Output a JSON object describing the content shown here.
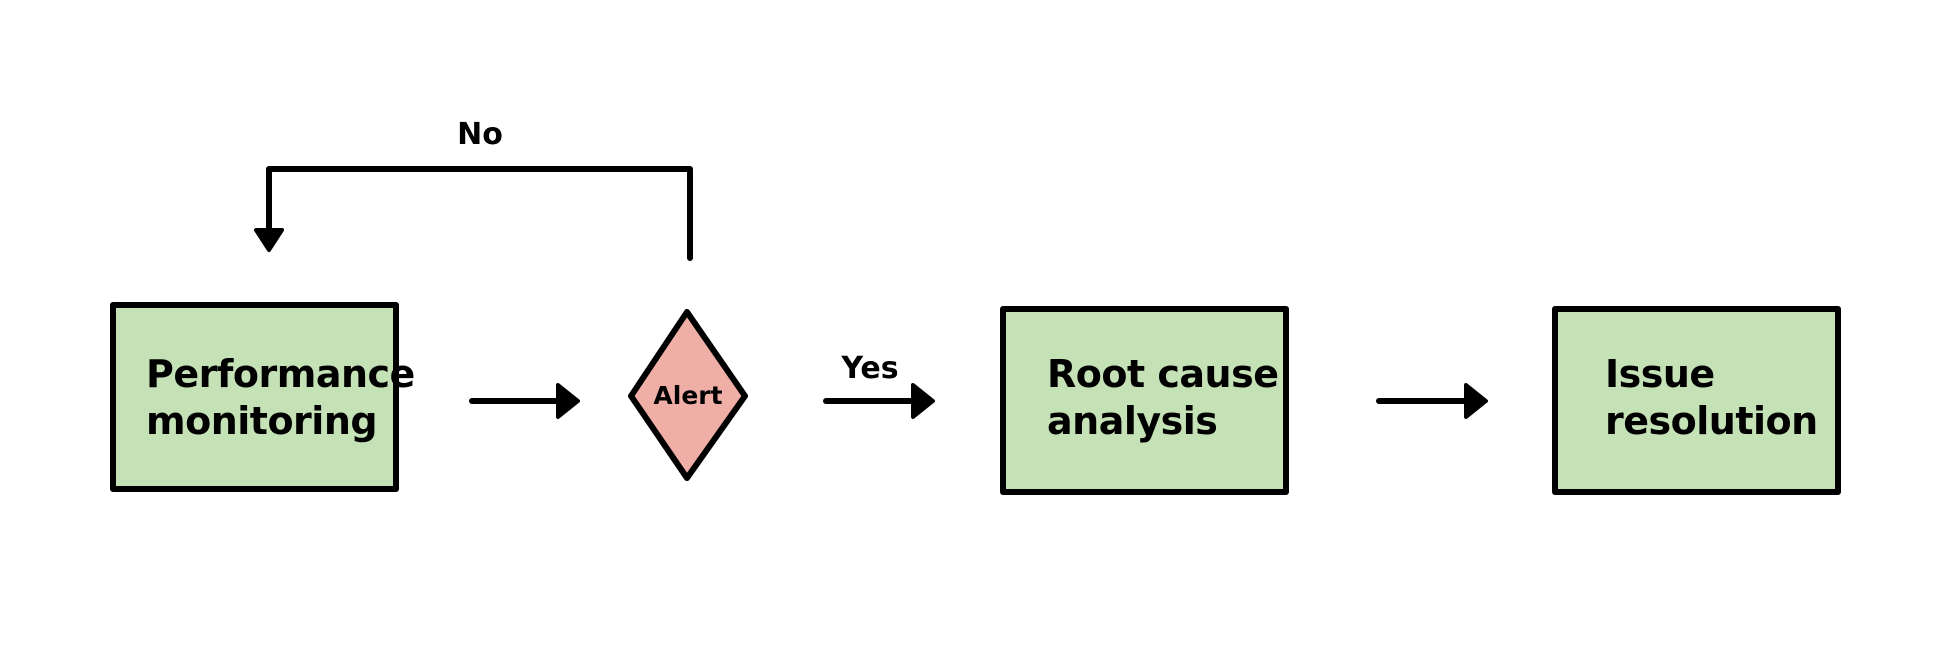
{
  "colors": {
    "process_fill": "#c5e2b6",
    "decision_fill": "#efafa7",
    "stroke": "#000000"
  },
  "nodes": {
    "performance_monitoring": {
      "line1": "Performance",
      "line2": "monitoring"
    },
    "alert": {
      "label": "Alert"
    },
    "root_cause_analysis": {
      "line1": "Root cause",
      "line2": "analysis"
    },
    "issue_resolution": {
      "line1": "Issue",
      "line2": "resolution"
    }
  },
  "edges": {
    "alert_no": {
      "label": "No"
    },
    "alert_yes": {
      "label": "Yes"
    }
  }
}
